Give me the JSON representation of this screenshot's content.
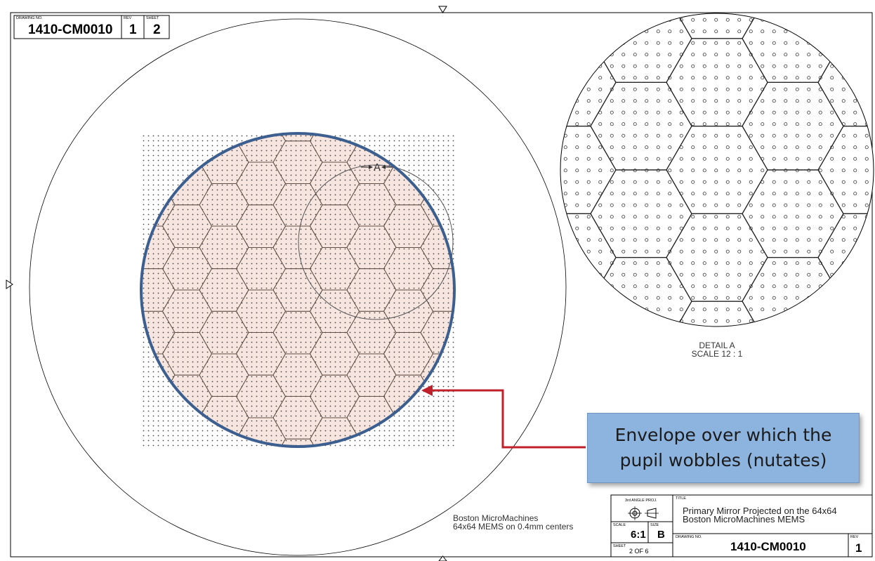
{
  "header_block": {
    "drawing_no_label": "DRAWING NO.",
    "drawing_no": "1410-CM0010",
    "rev_label": "REV",
    "rev": "1",
    "sheet_label": "SHEET",
    "sheet": "2"
  },
  "detail_marker": "A",
  "detail_view": {
    "title": "DETAIL A",
    "scale": "SCALE 12 : 1"
  },
  "device_note": {
    "line1": "Boston MicroMachines",
    "line2": "64x64 MEMS on 0.4mm centers"
  },
  "callout": {
    "line1": "Envelope over which the",
    "line2": "pupil wobbles (nutates)"
  },
  "title_block": {
    "projection_label": "3rd ANGLE PROJ.",
    "scale_label": "SCALE",
    "scale": "6:1",
    "size_label": "SIZE",
    "size": "B",
    "sheet_label": "SHEET",
    "sheet": "2 OF 6",
    "title_label": "TITLE",
    "title_line1": "Primary Mirror Projected on the 64x64",
    "title_line2": "Boston MicroMachines MEMS",
    "drawing_no_label": "DRAWING NO.",
    "drawing_no": "1410-CM0010",
    "rev_label": "REV",
    "rev": "1"
  },
  "colors": {
    "envelope": "#3c5f8f",
    "pupil_fill": "#f6e1da",
    "arrow": "#c0202a",
    "callout_bg": "#8db3df"
  }
}
